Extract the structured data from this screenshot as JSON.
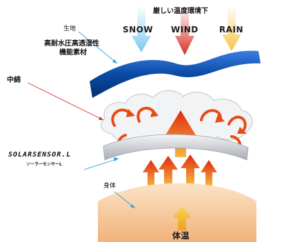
{
  "header": {
    "title": "厳しい温度環境下",
    "snow": "SNOW",
    "wind": "WIND",
    "rain": "RAIN"
  },
  "labels": {
    "fabric": "生地",
    "material_line1": "高耐水圧高透湿性",
    "material_line2": "機能素材",
    "padding": "中綿",
    "solar_logo": "SOLARSENSOR.L",
    "solar_sub": "ソーラーセンサーL",
    "body": "身体",
    "body_temp": "体温"
  },
  "colors": {
    "snow_arrow": "#7ec8f0",
    "wind_arrow": "#d63228",
    "rain_arrow": "#f6c64a",
    "outer_fabric": "#0a4aa6",
    "solar_layer": "#c8ccd2",
    "heat_arrow": "#e83a10",
    "body_skin": "#f6c89a",
    "leader_line_blue": "#2aa0e0",
    "leader_line_red": "#e03030"
  },
  "icons": [
    "down-arrow-icon",
    "up-arrow-icon",
    "heat-swirl-icon"
  ]
}
